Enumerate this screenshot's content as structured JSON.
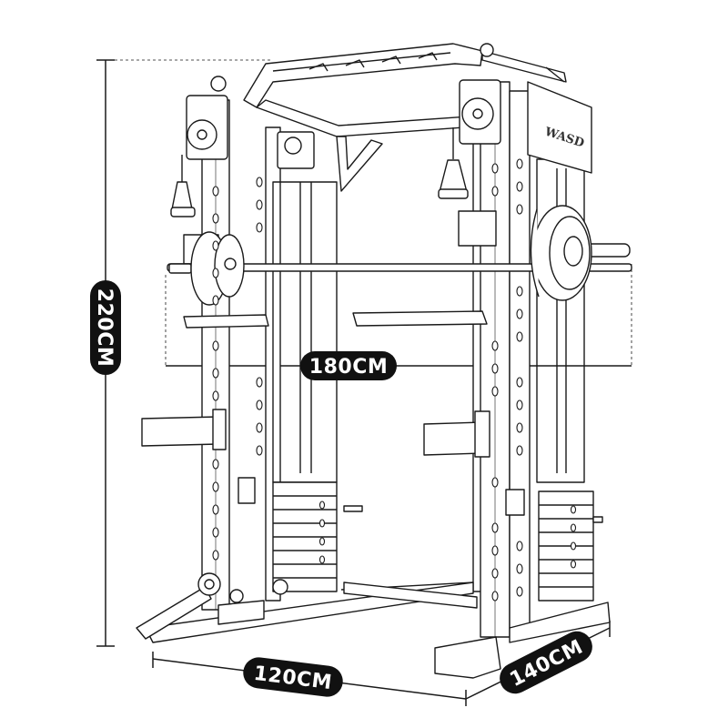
{
  "product": {
    "brand": "WASD"
  },
  "dimensions": {
    "height": "220CM",
    "bar_width": "180CM",
    "front_width": "120CM",
    "depth": "140CM"
  },
  "colors": {
    "line": "#1a1a1a",
    "pill": "#111111",
    "pill_text": "#ffffff",
    "background": "#ffffff"
  }
}
